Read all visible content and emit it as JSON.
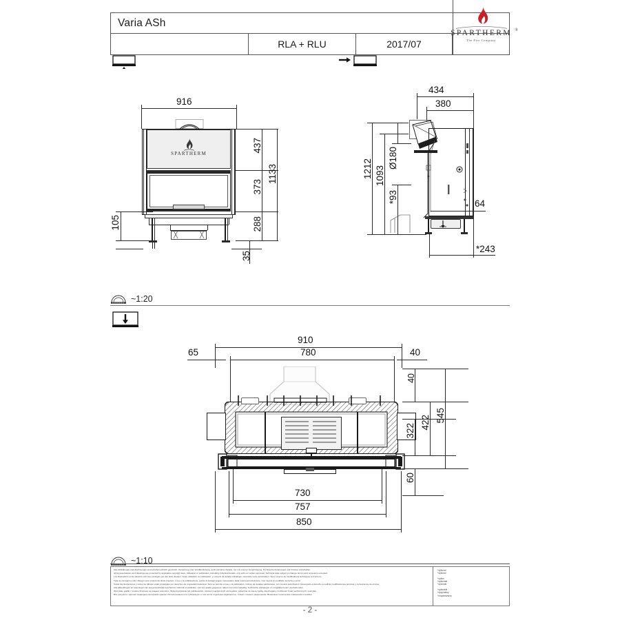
{
  "title_block": {
    "model": "Varia ASh",
    "blank_cell": "",
    "type": "RLA + RLU",
    "date": "2017/07",
    "logo": {
      "wordmark": "SPARTHERM",
      "registered": "®",
      "tagline": "The Fire Company",
      "flame_color": "#c8202a",
      "icon": "flame-icon"
    }
  },
  "view_symbols": {
    "front_view_icon": "front-view-symbol",
    "side_view_icon": "side-view-symbol",
    "top_view_icon": "top-view-symbol"
  },
  "scales": {
    "upper": "~1:20",
    "lower": "~1:10",
    "icon": "scale-ruler-icon"
  },
  "front_view": {
    "name": "front-elevation",
    "brand_text": "SPARTHERM",
    "dimensions": {
      "width": "916",
      "upper_panel_height": "437",
      "glass_height": "373",
      "base_height": "288",
      "total_height": "1133",
      "left_offset": "105",
      "foot_height": "35"
    }
  },
  "side_view": {
    "name": "side-elevation",
    "dimensions": {
      "depth_total": "434",
      "depth_body": "380",
      "height_total": "1212",
      "height_flue": "1093",
      "flue_diameter": "Ø180",
      "base_height": "*93",
      "rear_offset": "64",
      "foot_depth": "*243"
    }
  },
  "plan_view": {
    "name": "top-plan-view",
    "dimensions": {
      "outer_width": "910",
      "inner_width": "780",
      "left_margin": "65",
      "right_margin": "40",
      "front_margin": "40",
      "outer_depth": "545",
      "mid_depth": "422",
      "inner_depth": "322",
      "rear_depth": "60",
      "opening_730": "730",
      "opening_757": "757",
      "opening_850": "850"
    }
  },
  "footer": {
    "paragraphs": [
      "Alle Abbildungen und Zeichnungen sind urheberrechtlich geschützt. Verwertung oder Veröffentlichung, auch einzelner Details, nur mit unserer Genehmigung. Technische Änderungen und Irrtümer vorbehalten.",
      "All representations and drawings are protected by applicable copyright laws. Utilisation or publication, including individual details, only with our written approval. Technical data subject to change. Errors and omissions excepted.",
      "Les illustrations et les dessins sont tous protégés par des droit d'auteur. Toute utilisation ou publication, y compris de détails individuels, nécessite notre autorisation. Sous réserve de modifications techniques et d'erreurs.",
      "Tutte le immagini e tutti i disegni sono protetti da diritto d'autore. L'uso o la pubblicazione, anche di dettagli singoli, necessitano della nostra autorizzazione. Con riserva di modifiche tecniche e errori.",
      "Todas las ilustraciones y todos los dibujos están protegidos por derechos de propiedad intelectual. Solo se permite el uso o la publicación, incluso de detalles particulares, con nuestra autorización. Reservado el derecho a realizar modificaciones técnicas y correcciones de errores.",
      "Alle afbeeldingen en tekeningen zijn auteursrechtelijk beschermd. Gebruik of publicatie, ook van aparte gegevens, alleen met onze toelating. Technische wijzigingen en mogelijke fouten voorbehouden.",
      "Wszystkie grafiki i rysunki chronione są prawem autorskim. Wykorzystywanie lub publikowanie, również pojedynczych szczegółów, wyłącznie za naszą zgodą. Zastrzegamy możliwość zmian technicznych i pomyłek.",
      "Все рисунки и чертежи защищены авторским правом. Использование или публикация, в том числе отдельных фрагментов, только с нашего разрешения. Возможны технические изменения и ошибки."
    ],
    "optional_groups": [
      [
        "*optional",
        "*optional"
      ],
      [
        "*option",
        "*optionale",
        "*opcional"
      ],
      [
        "*optionele",
        "*opcjonalny",
        "*опционально"
      ]
    ]
  },
  "page_number": "- 2 -"
}
